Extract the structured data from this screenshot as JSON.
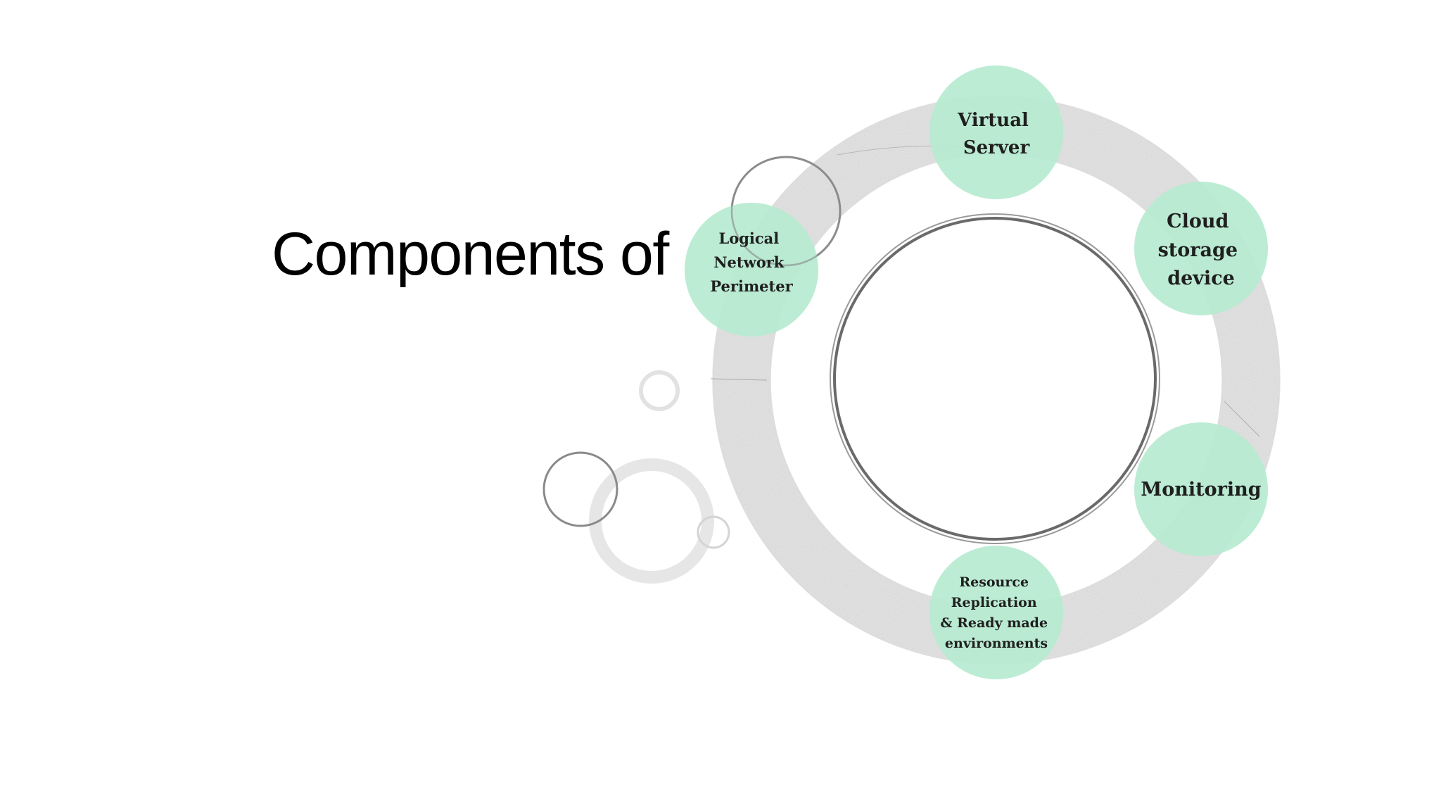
{
  "slide": {
    "title": "Components of"
  },
  "diagram": {
    "type": "cycle",
    "nodes": [
      {
        "id": "virtual-server",
        "lines": [
          "Virtual",
          "Server"
        ]
      },
      {
        "id": "cloud-storage",
        "lines": [
          "Cloud",
          "storage",
          "device"
        ]
      },
      {
        "id": "monitoring",
        "lines": [
          "Monitoring"
        ]
      },
      {
        "id": "resource-replication",
        "lines": [
          "Resource",
          "Replication",
          "& Ready made",
          "environments"
        ]
      },
      {
        "id": "logical-network-perimeter",
        "lines": [
          "Logical",
          "Network",
          "Perimeter"
        ]
      }
    ],
    "colors": {
      "node_fill": "#b6ead0",
      "ring": "#e6e6e6",
      "ring_stroke": "#cfcfcf",
      "inner_circle": "#5a5a5a"
    }
  }
}
